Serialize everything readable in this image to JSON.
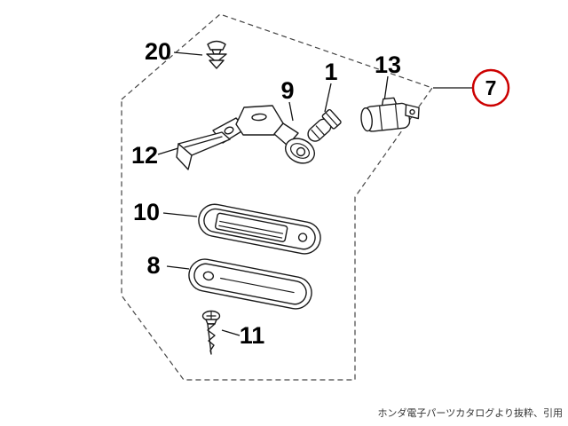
{
  "parts": {
    "p1": "1",
    "p8": "8",
    "p9": "9",
    "p10": "10",
    "p11": "11",
    "p12": "12",
    "p13": "13",
    "p20": "20"
  },
  "callout": {
    "number": "7"
  },
  "colors": {
    "callout": "#cc0000",
    "line": "#000000"
  },
  "footer": {
    "credit": "ホンダ電子パーツカタログより抜粋、引用"
  }
}
